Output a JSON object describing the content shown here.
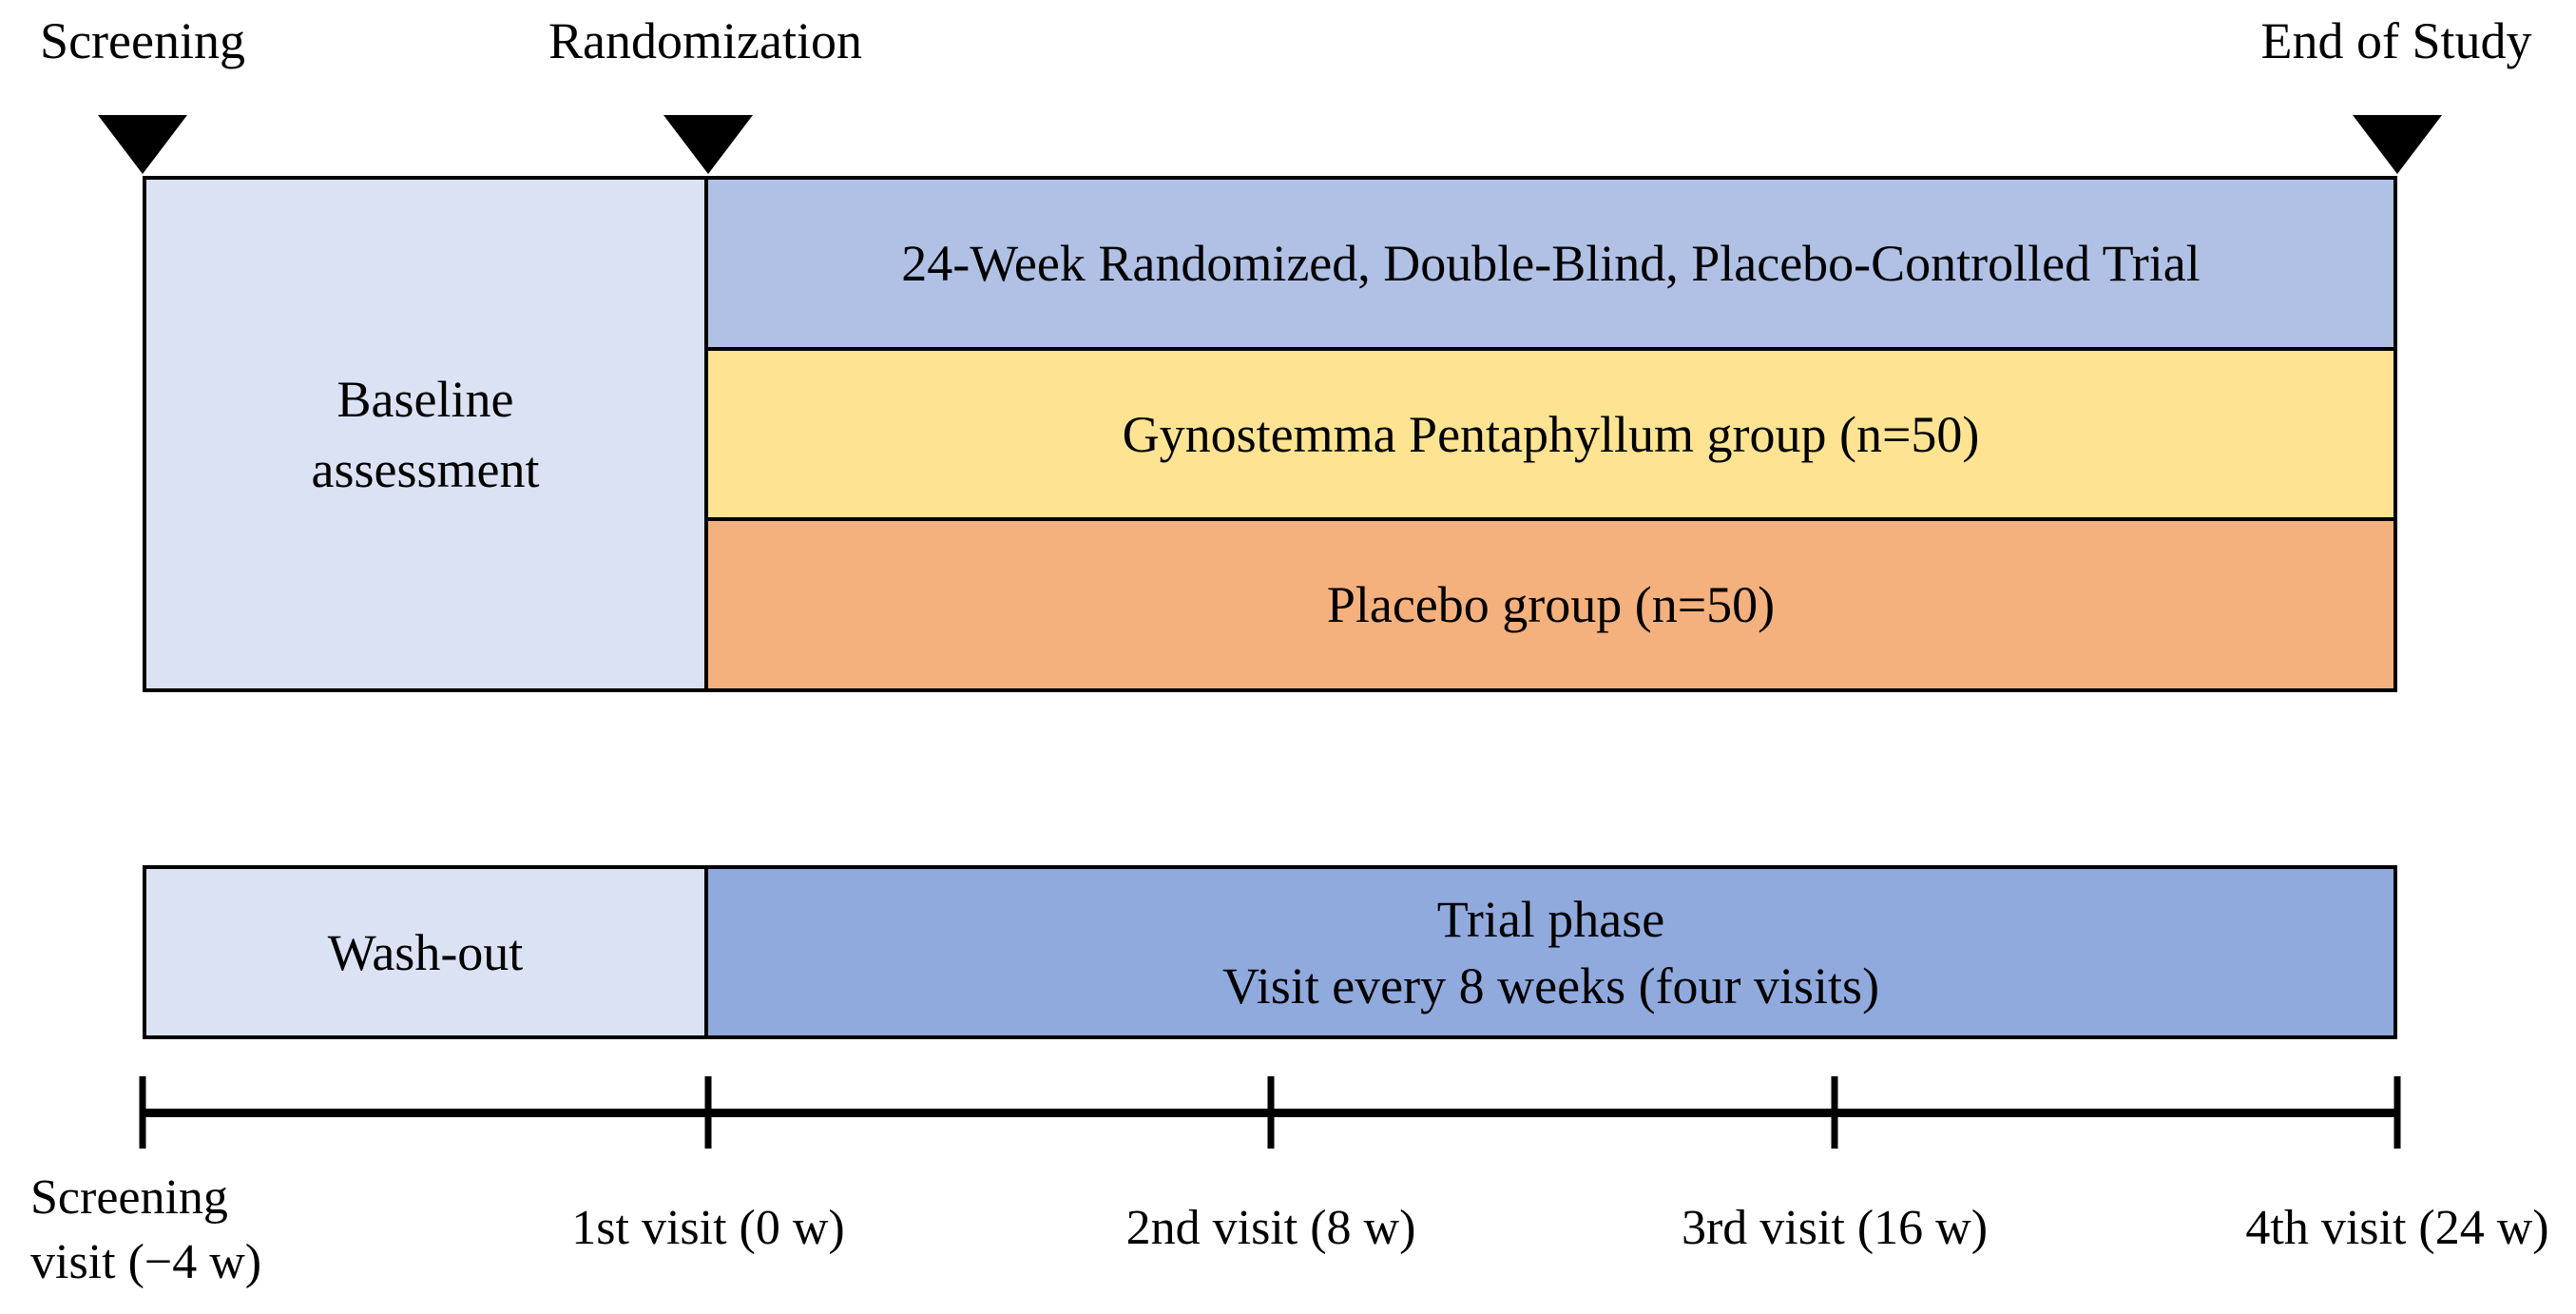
{
  "colors": {
    "light_blue": "#dbe2f3",
    "trial_title_blue": "#b0c1e5",
    "phase_blue": "#90aade",
    "yellow": "#fee492",
    "orange": "#f4b17e"
  },
  "markers": {
    "screening": "Screening",
    "randomization": "Randomization",
    "end_of_study": "End of Study"
  },
  "trial": {
    "baseline": {
      "line1": "Baseline",
      "line2": "assessment"
    },
    "title_bar": "24-Week Randomized, Double-Blind, Placebo-Controlled Trial",
    "gp_group": "Gynostemma Pentaphyllum group (n=50)",
    "placebo_group": "Placebo group (n=50)"
  },
  "phase_row": {
    "washout": "Wash-out",
    "trial_phase": {
      "line1": "Trial phase",
      "line2": "Visit every 8 weeks (four visits)"
    }
  },
  "timeline": {
    "tick_labels": [
      {
        "line1": "Screening",
        "line2": "visit (−4 w)"
      },
      {
        "line1": "1st visit (0 w)"
      },
      {
        "line1": "2nd visit (8 w)"
      },
      {
        "line1": "3rd visit (16 w)"
      },
      {
        "line1": "4th visit (24 w)"
      }
    ]
  }
}
